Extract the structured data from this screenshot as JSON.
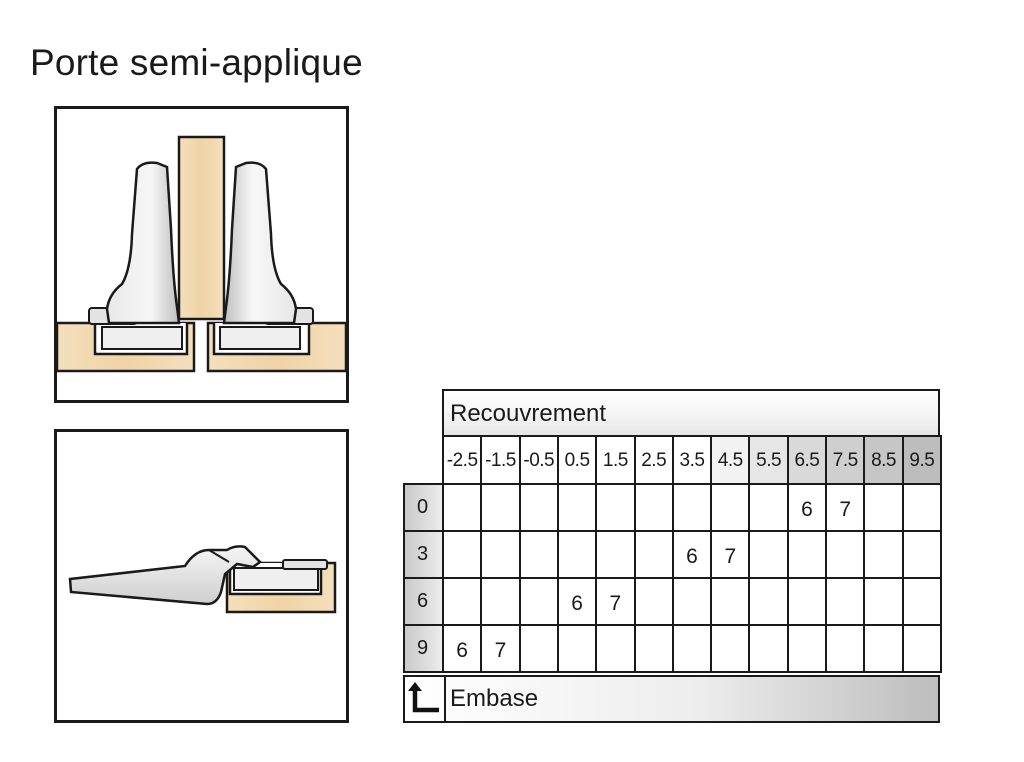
{
  "title": "Porte semi-applique",
  "table": {
    "header": "Recouvrement",
    "footer": "Embase",
    "columns": [
      "-2.5",
      "-1.5",
      "-0.5",
      "0.5",
      "1.5",
      "2.5",
      "3.5",
      "4.5",
      "5.5",
      "6.5",
      "7.5",
      "8.5",
      "9.5"
    ],
    "rows": [
      {
        "label": "0",
        "cells": [
          "",
          "",
          "",
          "",
          "",
          "",
          "",
          "",
          "",
          "6",
          "7",
          "",
          ""
        ]
      },
      {
        "label": "3",
        "cells": [
          "",
          "",
          "",
          "",
          "",
          "",
          "6",
          "7",
          "",
          "",
          "",
          "",
          ""
        ]
      },
      {
        "label": "6",
        "cells": [
          "",
          "",
          "",
          "6",
          "7",
          "",
          "",
          "",
          "",
          "",
          "",
          "",
          ""
        ]
      },
      {
        "label": "9",
        "cells": [
          "6",
          "7",
          "",
          "",
          "",
          "",
          "",
          "",
          "",
          "",
          "",
          "",
          ""
        ]
      }
    ]
  },
  "colors": {
    "wood": "#f1d9b2",
    "metal": "#dcdcdc",
    "outline": "#1a1a1a"
  },
  "icons": {
    "footer": "return-arrow-icon"
  }
}
